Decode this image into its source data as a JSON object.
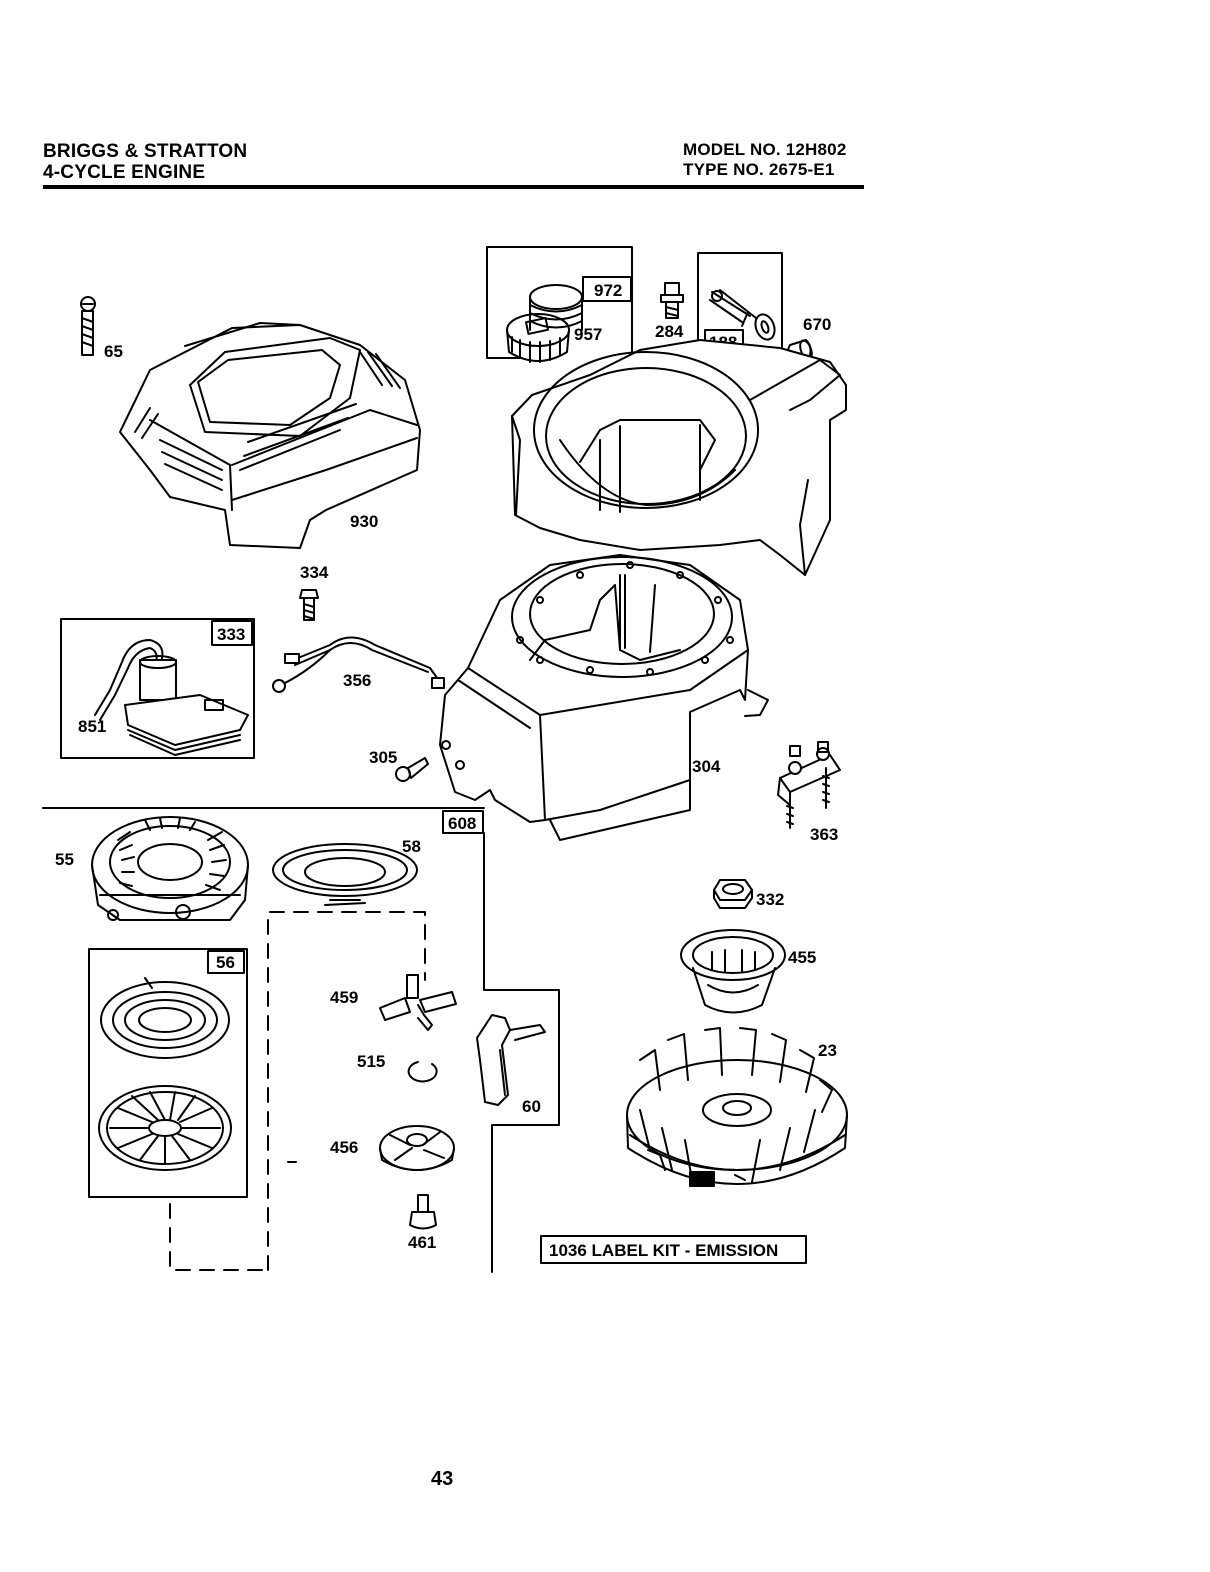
{
  "header": {
    "brand": "BRIGGS & STRATTON",
    "engine": "4-CYCLE ENGINE",
    "model": "MODEL NO. 12H802",
    "type": "TYPE NO. 2675-E1"
  },
  "parts": {
    "p65": "65",
    "p930": "930",
    "p972": "972",
    "p957": "957",
    "p284": "284",
    "p188": "188",
    "p670": "670",
    "p334": "334",
    "p333": "333",
    "p851": "851",
    "p356": "356",
    "p305": "305",
    "p304": "304",
    "p363": "363",
    "p608": "608",
    "p55": "55",
    "p58": "58",
    "p56": "56",
    "p459": "459",
    "p515": "515",
    "p60": "60",
    "p456": "456",
    "p461": "461",
    "p332": "332",
    "p455": "455",
    "p23": "23"
  },
  "label_kit": "1036 LABEL KIT - EMISSION",
  "page_number": "43"
}
